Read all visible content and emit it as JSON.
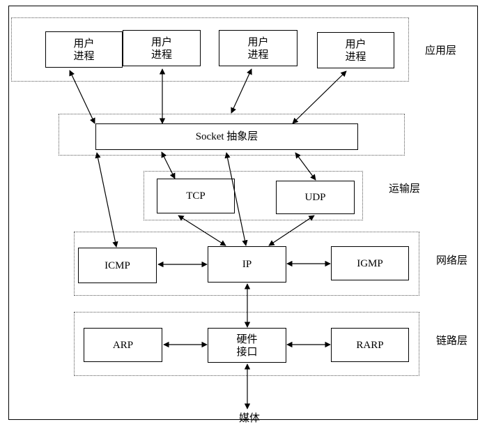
{
  "layers": {
    "application": "应用层",
    "transport": "运输层",
    "network": "网络层",
    "link": "链路层"
  },
  "boxes": {
    "user_process_1": "用户\n进程",
    "user_process_2": "用户\n进程",
    "user_process_3": "用户\n进程",
    "user_process_4": "用户\n进程",
    "socket": "Socket 抽象层",
    "tcp": "TCP",
    "udp": "UDP",
    "icmp": "ICMP",
    "ip": "IP",
    "igmp": "IGMP",
    "arp": "ARP",
    "hw_interface": "硬件\n接口",
    "rarp": "RARP"
  },
  "media": "媒体"
}
